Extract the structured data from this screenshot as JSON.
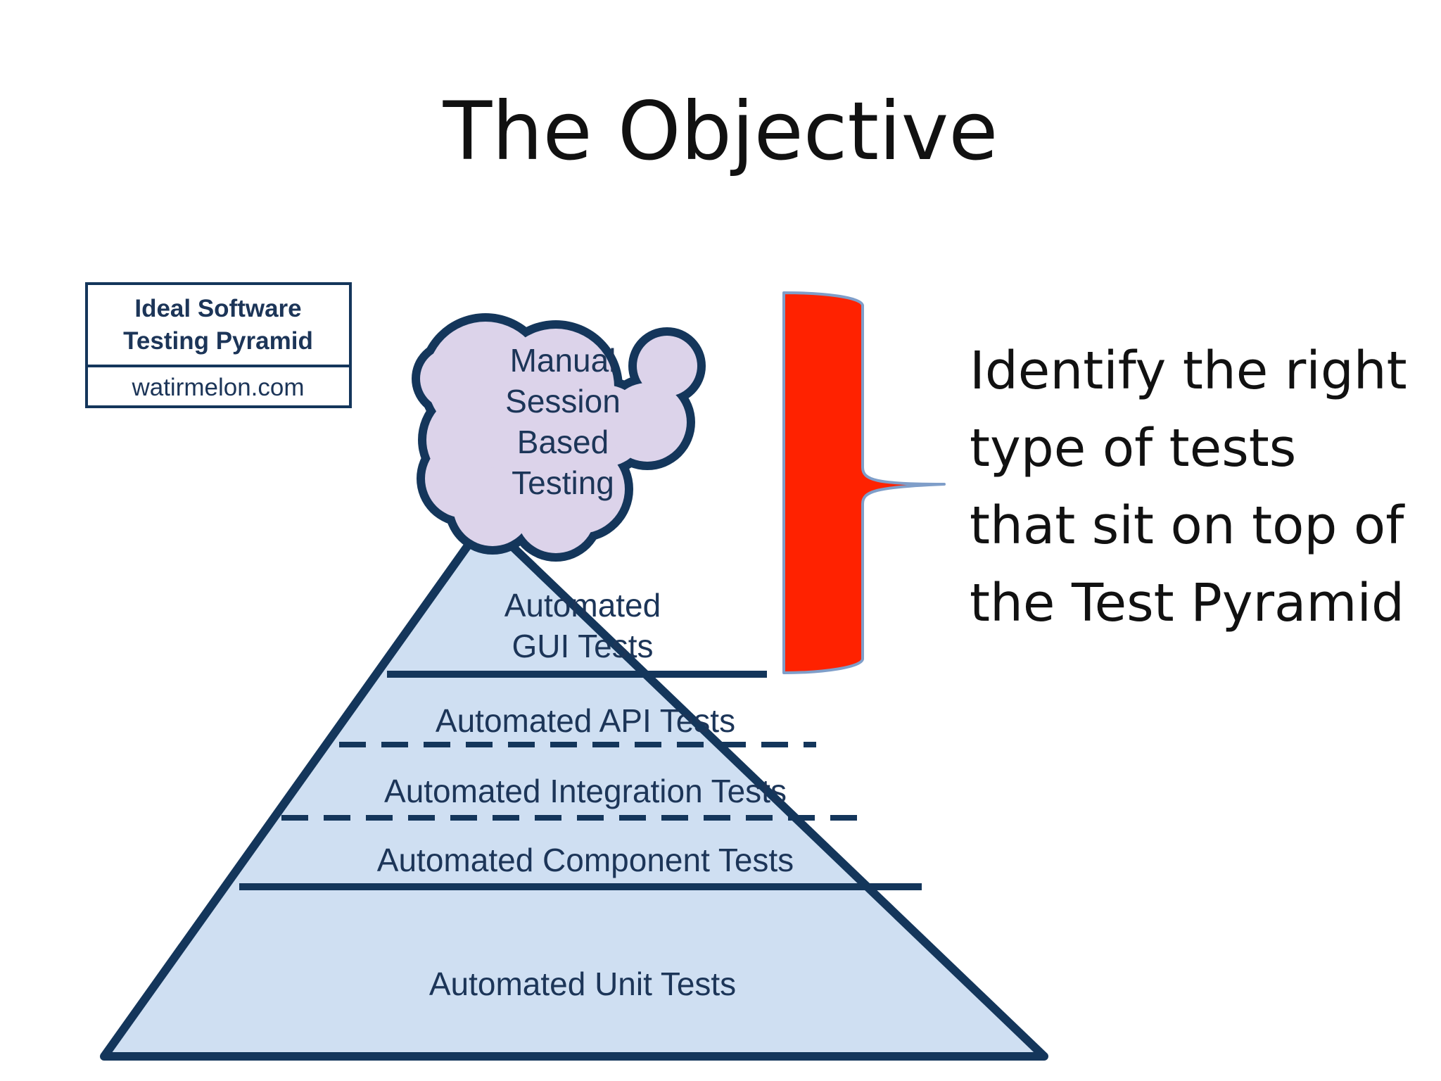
{
  "slide": {
    "title": "The Objective",
    "caption_lines": [
      "Identify the right",
      "type of tests",
      "that sit on top of",
      "the Test Pyramid"
    ]
  },
  "source_box": {
    "title_lines": [
      "Ideal Software",
      "Testing Pyramid"
    ],
    "url": "watirmelon.com"
  },
  "pyramid": {
    "cloud_lines": [
      "Manual",
      "Session",
      "Based",
      "Testing"
    ],
    "gui_lines": [
      "Automated",
      "GUI Tests"
    ],
    "api": "Automated API Tests",
    "integration": "Automated Integration Tests",
    "component": "Automated Component Tests",
    "unit": "Automated Unit Tests"
  },
  "colors": {
    "pyramid_fill": "#cfdff2",
    "outline": "#14365b",
    "cloud_fill": "#dcd3ea",
    "bracket": "#ff2200",
    "bracket_edge": "#7f9ec9"
  }
}
